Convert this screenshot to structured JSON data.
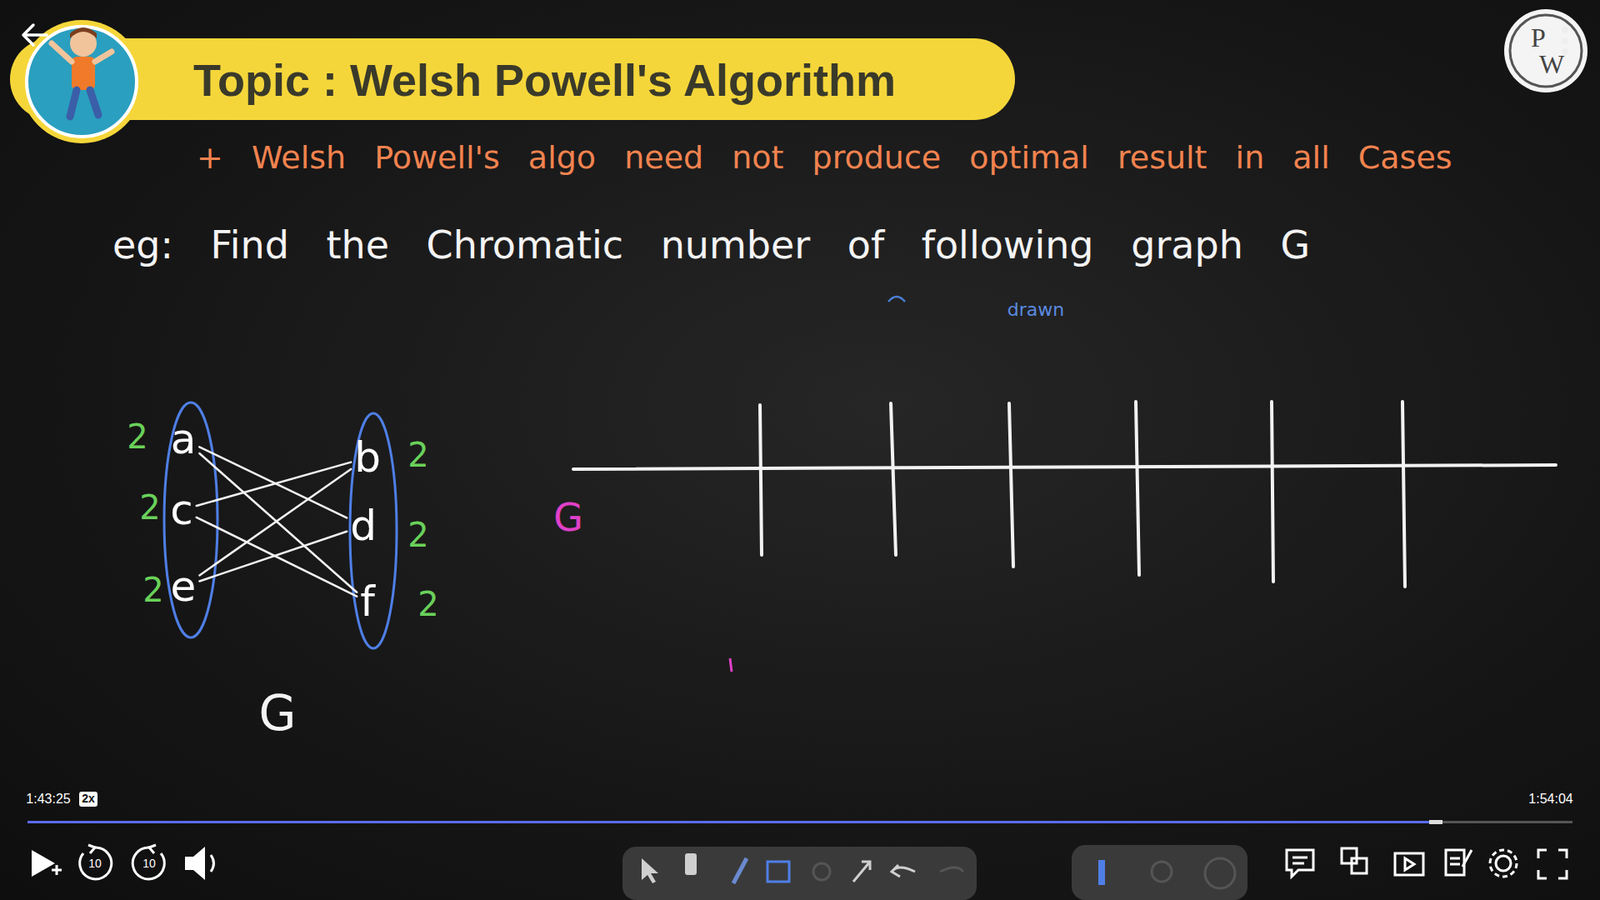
{
  "diagram": {
    "title": "Topic : Welsh Powell's Algorithm",
    "nodes": [
      {
        "text": [
          "a"
        ]
      },
      {
        "text": [
          "b"
        ]
      },
      {
        "text": [
          "c"
        ]
      },
      {
        "text": [
          "d"
        ]
      },
      {
        "text": [
          "e"
        ]
      },
      {
        "text": [
          "f"
        ]
      }
    ],
    "edges": [
      {
        "from": 0,
        "to": 3,
        "arrow": "none"
      },
      {
        "from": 0,
        "to": 5,
        "arrow": "none"
      },
      {
        "from": 2,
        "to": 1,
        "arrow": "none"
      },
      {
        "from": 2,
        "to": 5,
        "arrow": "none"
      },
      {
        "from": 4,
        "to": 1,
        "arrow": "none"
      },
      {
        "from": 4,
        "to": 3,
        "arrow": "none"
      }
    ],
    "labels": [
      "+ Welsh Powell's algo need not produce optimal result in all Cases",
      "eg: Find the Chromatic number of following graph G",
      "drawn",
      "2",
      "2",
      "2",
      "2",
      "2",
      "2",
      "G",
      "G",
      "P",
      "W",
      "1:43:25",
      "2x",
      "1:54:04",
      "10",
      "10"
    ]
  }
}
